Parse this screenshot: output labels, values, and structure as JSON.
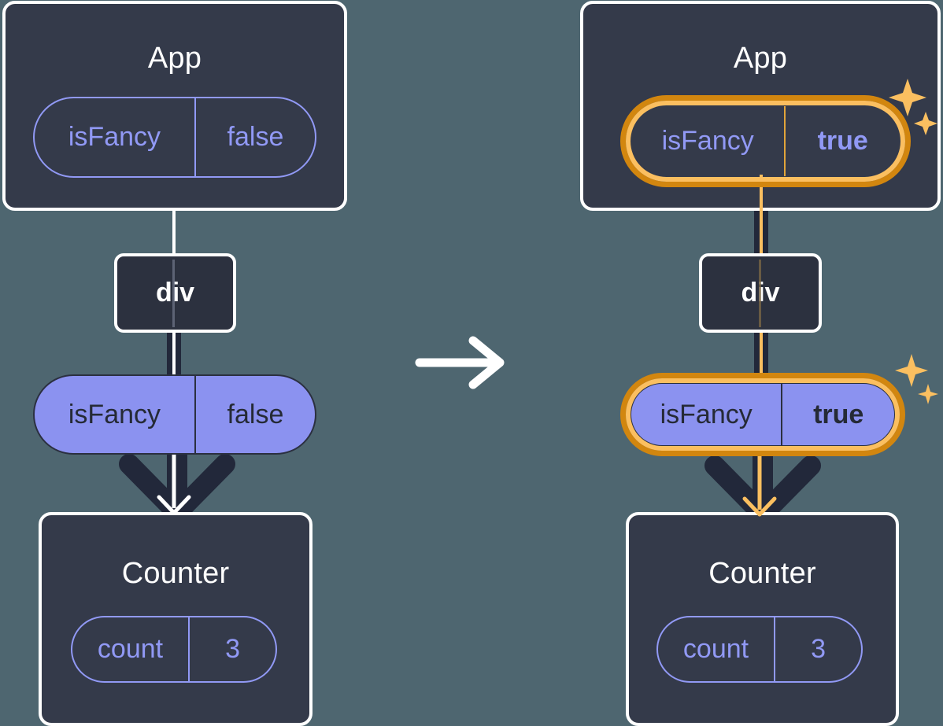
{
  "background_color": "#4e6670",
  "theme": {
    "card_bg": "#343a4a",
    "card_border": "#ffffff",
    "pill_purple": "#8b92f0",
    "pill_outline": "#9199f5",
    "highlight_outer": "#d2860f",
    "highlight_inner": "#fbbf60",
    "wire_dark": "#22283a",
    "text_dark": "#252a36"
  },
  "panels": {
    "before": {
      "app": {
        "title": "App",
        "state_pill": {
          "key": "isFancy",
          "value": "false",
          "highlighted": false
        }
      },
      "div": {
        "label": "div"
      },
      "prop_pill": {
        "key": "isFancy",
        "value": "false",
        "highlighted": false
      },
      "counter": {
        "title": "Counter",
        "state_pill": {
          "key": "count",
          "value": "3",
          "highlighted": false
        }
      }
    },
    "after": {
      "app": {
        "title": "App",
        "state_pill": {
          "key": "isFancy",
          "value": "true",
          "highlighted": true
        }
      },
      "div": {
        "label": "div"
      },
      "prop_pill": {
        "key": "isFancy",
        "value": "true",
        "highlighted": true
      },
      "counter": {
        "title": "Counter",
        "state_pill": {
          "key": "count",
          "value": "3",
          "highlighted": false
        }
      }
    }
  },
  "transition": {
    "icon": "arrow-right-icon"
  },
  "sparkle": {
    "icon": "sparkles-icon",
    "color": "#fbbf60"
  }
}
